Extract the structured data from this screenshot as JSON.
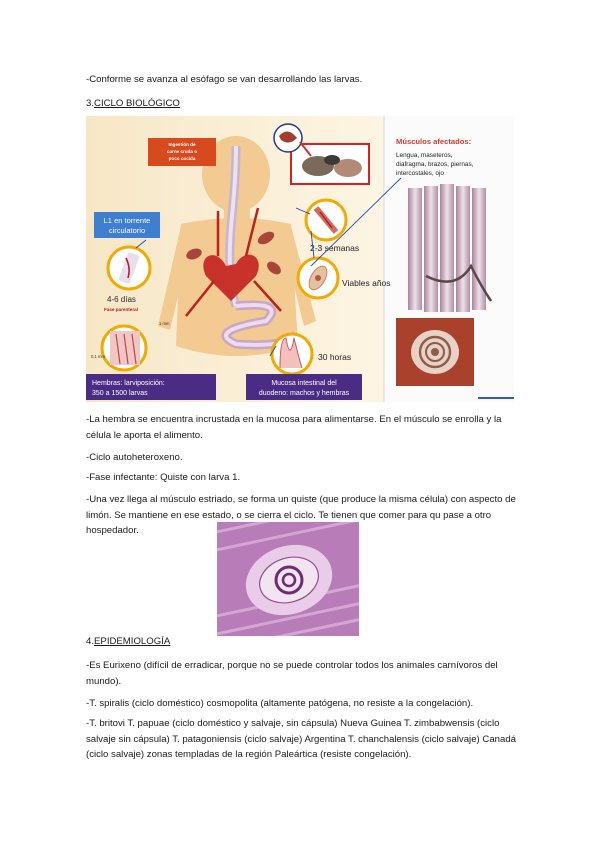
{
  "line1": "-Conforme se avanza al esófago se van desarrollando las larvas.",
  "section3": {
    "number": "3.",
    "title": "CICLO BIOLÓGICO"
  },
  "figure": {
    "ingestion": [
      "Ingestión de",
      "carne cruda o",
      "poco cocida"
    ],
    "l1": [
      "L1 en torrente",
      "circulatorio"
    ],
    "dias": "4-6 días",
    "fase": "Fase parenteral",
    "mm1": "1 mm",
    "mm01": "0,1 mm",
    "semanas": "2-3 semanas",
    "viables": "Viables años",
    "horas": "30 horas",
    "hembras": [
      "Hembras: larviposición:",
      "350  a 1500 larvas"
    ],
    "mucosa": [
      "Mucosa intestinal del",
      "duodeno: machos y hembras"
    ],
    "musculos_title": "Músculos afectados:",
    "musculos": [
      "Lengua, maseteros,",
      "diafragma, brazos, piernas,",
      "intercostales, ojo"
    ]
  },
  "para1": "-La hembra se encuentra incrustada en la mucosa para alimentarse. En el músculo se enrolla y la célula le aporta el alimento.",
  "para2": "-Ciclo autoheteroxeno.",
  "para3": "-Fase infectante: Quiste con larva 1.",
  "para4": "-Una vez llega al músculo estriado, se forma un quiste (que produce la misma célula) con aspecto de limón. Se mantiene en ese estado, o se cierra el ciclo. Te tienen que comer para qu pase a otro hospedador.",
  "section4": {
    "number": "4.",
    "title": "EPIDEMIOLOGÍA"
  },
  "para5": "-Es Eurixeno (difícil de erradicar, porque no se puede controlar todos los animales carnívoros del mundo).",
  "para6": "-T. spiralis (ciclo doméstico) cosmopolita (altamente patógena, no resiste a la congelación).",
  "para7": "-T. britovi T. papuae (ciclo doméstico y salvaje, sin cápsula) Nueva Guinea T. zimbabwensis (ciclo salvaje sin cápsula) T. patagoniensis (ciclo salvaje) Argentina T. chanchalensis (ciclo salvaje) Canadá (ciclo salvaje) zonas templadas de la región Paleártica (resiste congelación)."
}
